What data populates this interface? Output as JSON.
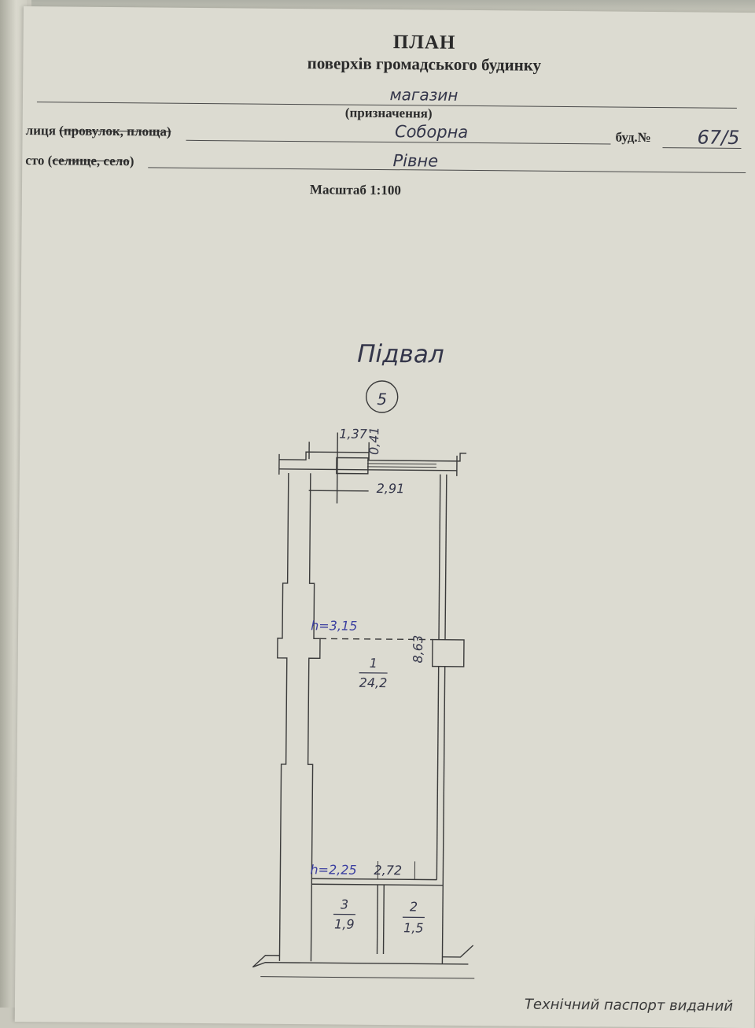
{
  "header": {
    "title": "ПЛАН",
    "subtitle": "поверхів громадського будинку",
    "purpose_value": "магазин",
    "purpose_caption": "(призначення)"
  },
  "address": {
    "street_label_prefix": "лиця",
    "street_label_struck": "(провулок, площа)",
    "street_value": "Соборна",
    "building_label": "буд.№",
    "building_value": "67/5",
    "city_label_prefix": "сто",
    "city_label_plain": "(",
    "city_label_struck": "селище, село",
    "city_label_end": ")",
    "city_value": "Рівне"
  },
  "scale": "Масштаб 1:100",
  "plan": {
    "floor_name": "Підвал",
    "section_number": "5",
    "dimensions": {
      "d137": "1,37",
      "d041": "0,41",
      "d291": "2,91",
      "h315": "h=3,15",
      "d863": "8,63",
      "h225": "h=2,25",
      "d272": "2,72"
    },
    "rooms": [
      {
        "number": "1",
        "area": "24,2"
      },
      {
        "number": "3",
        "area": "1,9"
      },
      {
        "number": "2",
        "area": "1,5"
      }
    ]
  },
  "footer_note": "Технічний паспорт виданий"
}
